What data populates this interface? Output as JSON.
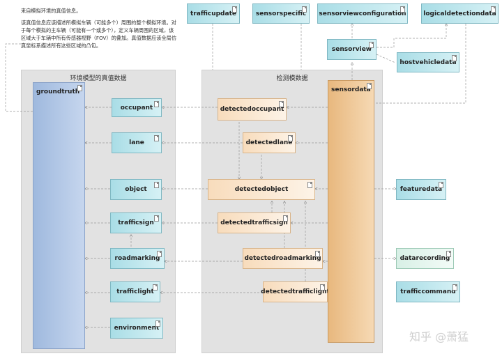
{
  "note": {
    "line1": "来自模拟环境的真值信息。",
    "line2": "该真值信息应该描述所模拟车辆（可能多个）周围的整个模拟环境。对于每个模拟的主车辆（可能有一个或多个），定义车辆周围的区域，该区域大于车辆中所有传感器视野（FOV）的叠加。真值数据应该全局仿真坐标系描述所有这些区域的凸包。"
  },
  "packages": {
    "environment": "环境模型的真值数据",
    "detection": "检测模数据"
  },
  "top": {
    "trafficupdate": "trafficupdate",
    "sensorspecific": "sensorspecific",
    "sensorviewconfiguration": "sensorviewconfiguration",
    "logicaldetectiondata": "logicaldetectiondata",
    "sensorview": "sensorview",
    "hostvehicledata": "hostvehicledata"
  },
  "groundtruth": {
    "title": "groundtruth",
    "items": [
      "occupant",
      "lane",
      "object",
      "trafficsign",
      "roadmarking",
      "trafficlight",
      "environment"
    ]
  },
  "detected": {
    "occupant": "detectedoccupant",
    "lane": "detectedlane",
    "object": "detectedobject",
    "trafficsign": "detectedtrafficsign",
    "roadmarking": "detectedroadmarking",
    "trafficlight": "detectedtrafficlight"
  },
  "sensordata": "sensordata",
  "right": {
    "featuredata": "featuredata",
    "datarecording": "datarecording",
    "trafficcommand": "trafficcommand"
  },
  "watermark": "知乎 @萧猛"
}
